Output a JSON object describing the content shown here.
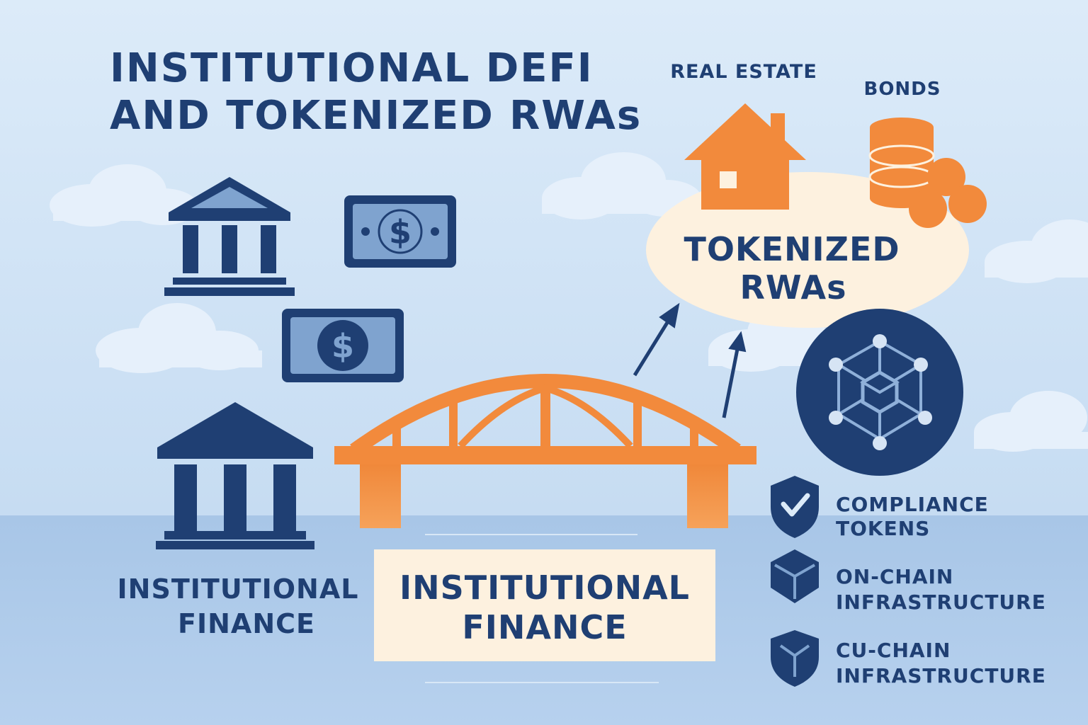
{
  "title": {
    "line1": "INSTITUTIONAL DEFI",
    "line2": "AND TOKENIZED RWAs"
  },
  "assets": {
    "real_estate_label": "REAL ESTATE",
    "bonds_label": "BONDS"
  },
  "tokenized_rwas": {
    "line1": "TOKENIZED",
    "line2": "RWAs"
  },
  "left_finance": {
    "line1": "INSTITUTIONAL",
    "line2": "FINANCE"
  },
  "center_finance": {
    "line1": "INSTITUTIONAL",
    "line2": "FINANCE"
  },
  "currency_symbol": "$",
  "features": [
    {
      "icon": "shield-check-icon",
      "line1": "COMPLIANCE",
      "line2": "TOKENS"
    },
    {
      "icon": "cube-icon",
      "line1": "ON-CHAIN",
      "line2": "INFRASTRUCTURE"
    },
    {
      "icon": "shield-y-icon",
      "line1": "CU-CHAIN",
      "line2": "INFRASTRUCTURE"
    }
  ],
  "colors": {
    "navy": "#1f3f73",
    "orange": "#f28a3c",
    "sky": "#d9e9f8",
    "water": "#a9c6e6",
    "cream": "#fdf1df",
    "bill": "#7fa3cf"
  }
}
